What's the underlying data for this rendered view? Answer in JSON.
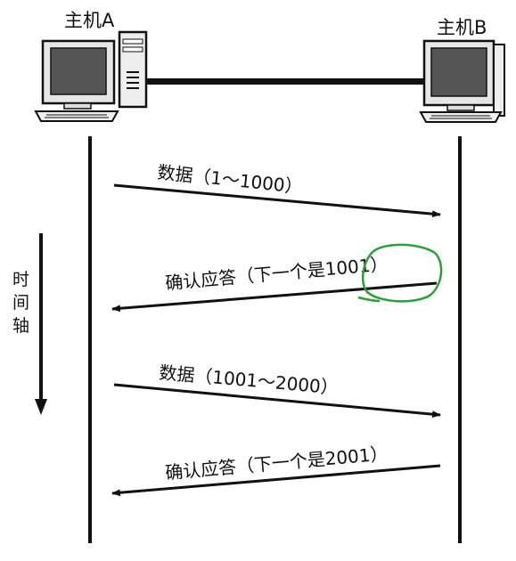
{
  "hosts": {
    "a": {
      "label": "主机A",
      "icon": "desktop-computer-icon"
    },
    "b": {
      "label": "主机B",
      "icon": "desktop-computer-icon"
    }
  },
  "time_axis": {
    "chars": [
      "时",
      "间",
      "轴"
    ]
  },
  "messages": [
    {
      "direction": "A→B",
      "label": "数据（1～1000）"
    },
    {
      "direction": "B→A",
      "label": "确认应答（下一个是1001）",
      "highlighted_value": "1001"
    },
    {
      "direction": "A→B",
      "label": "数据（1001～2000）"
    },
    {
      "direction": "B→A",
      "label": "确认应答（下一个是2001）"
    }
  ],
  "colors": {
    "ink": "#111111",
    "annotation": "#2e9e3e"
  }
}
